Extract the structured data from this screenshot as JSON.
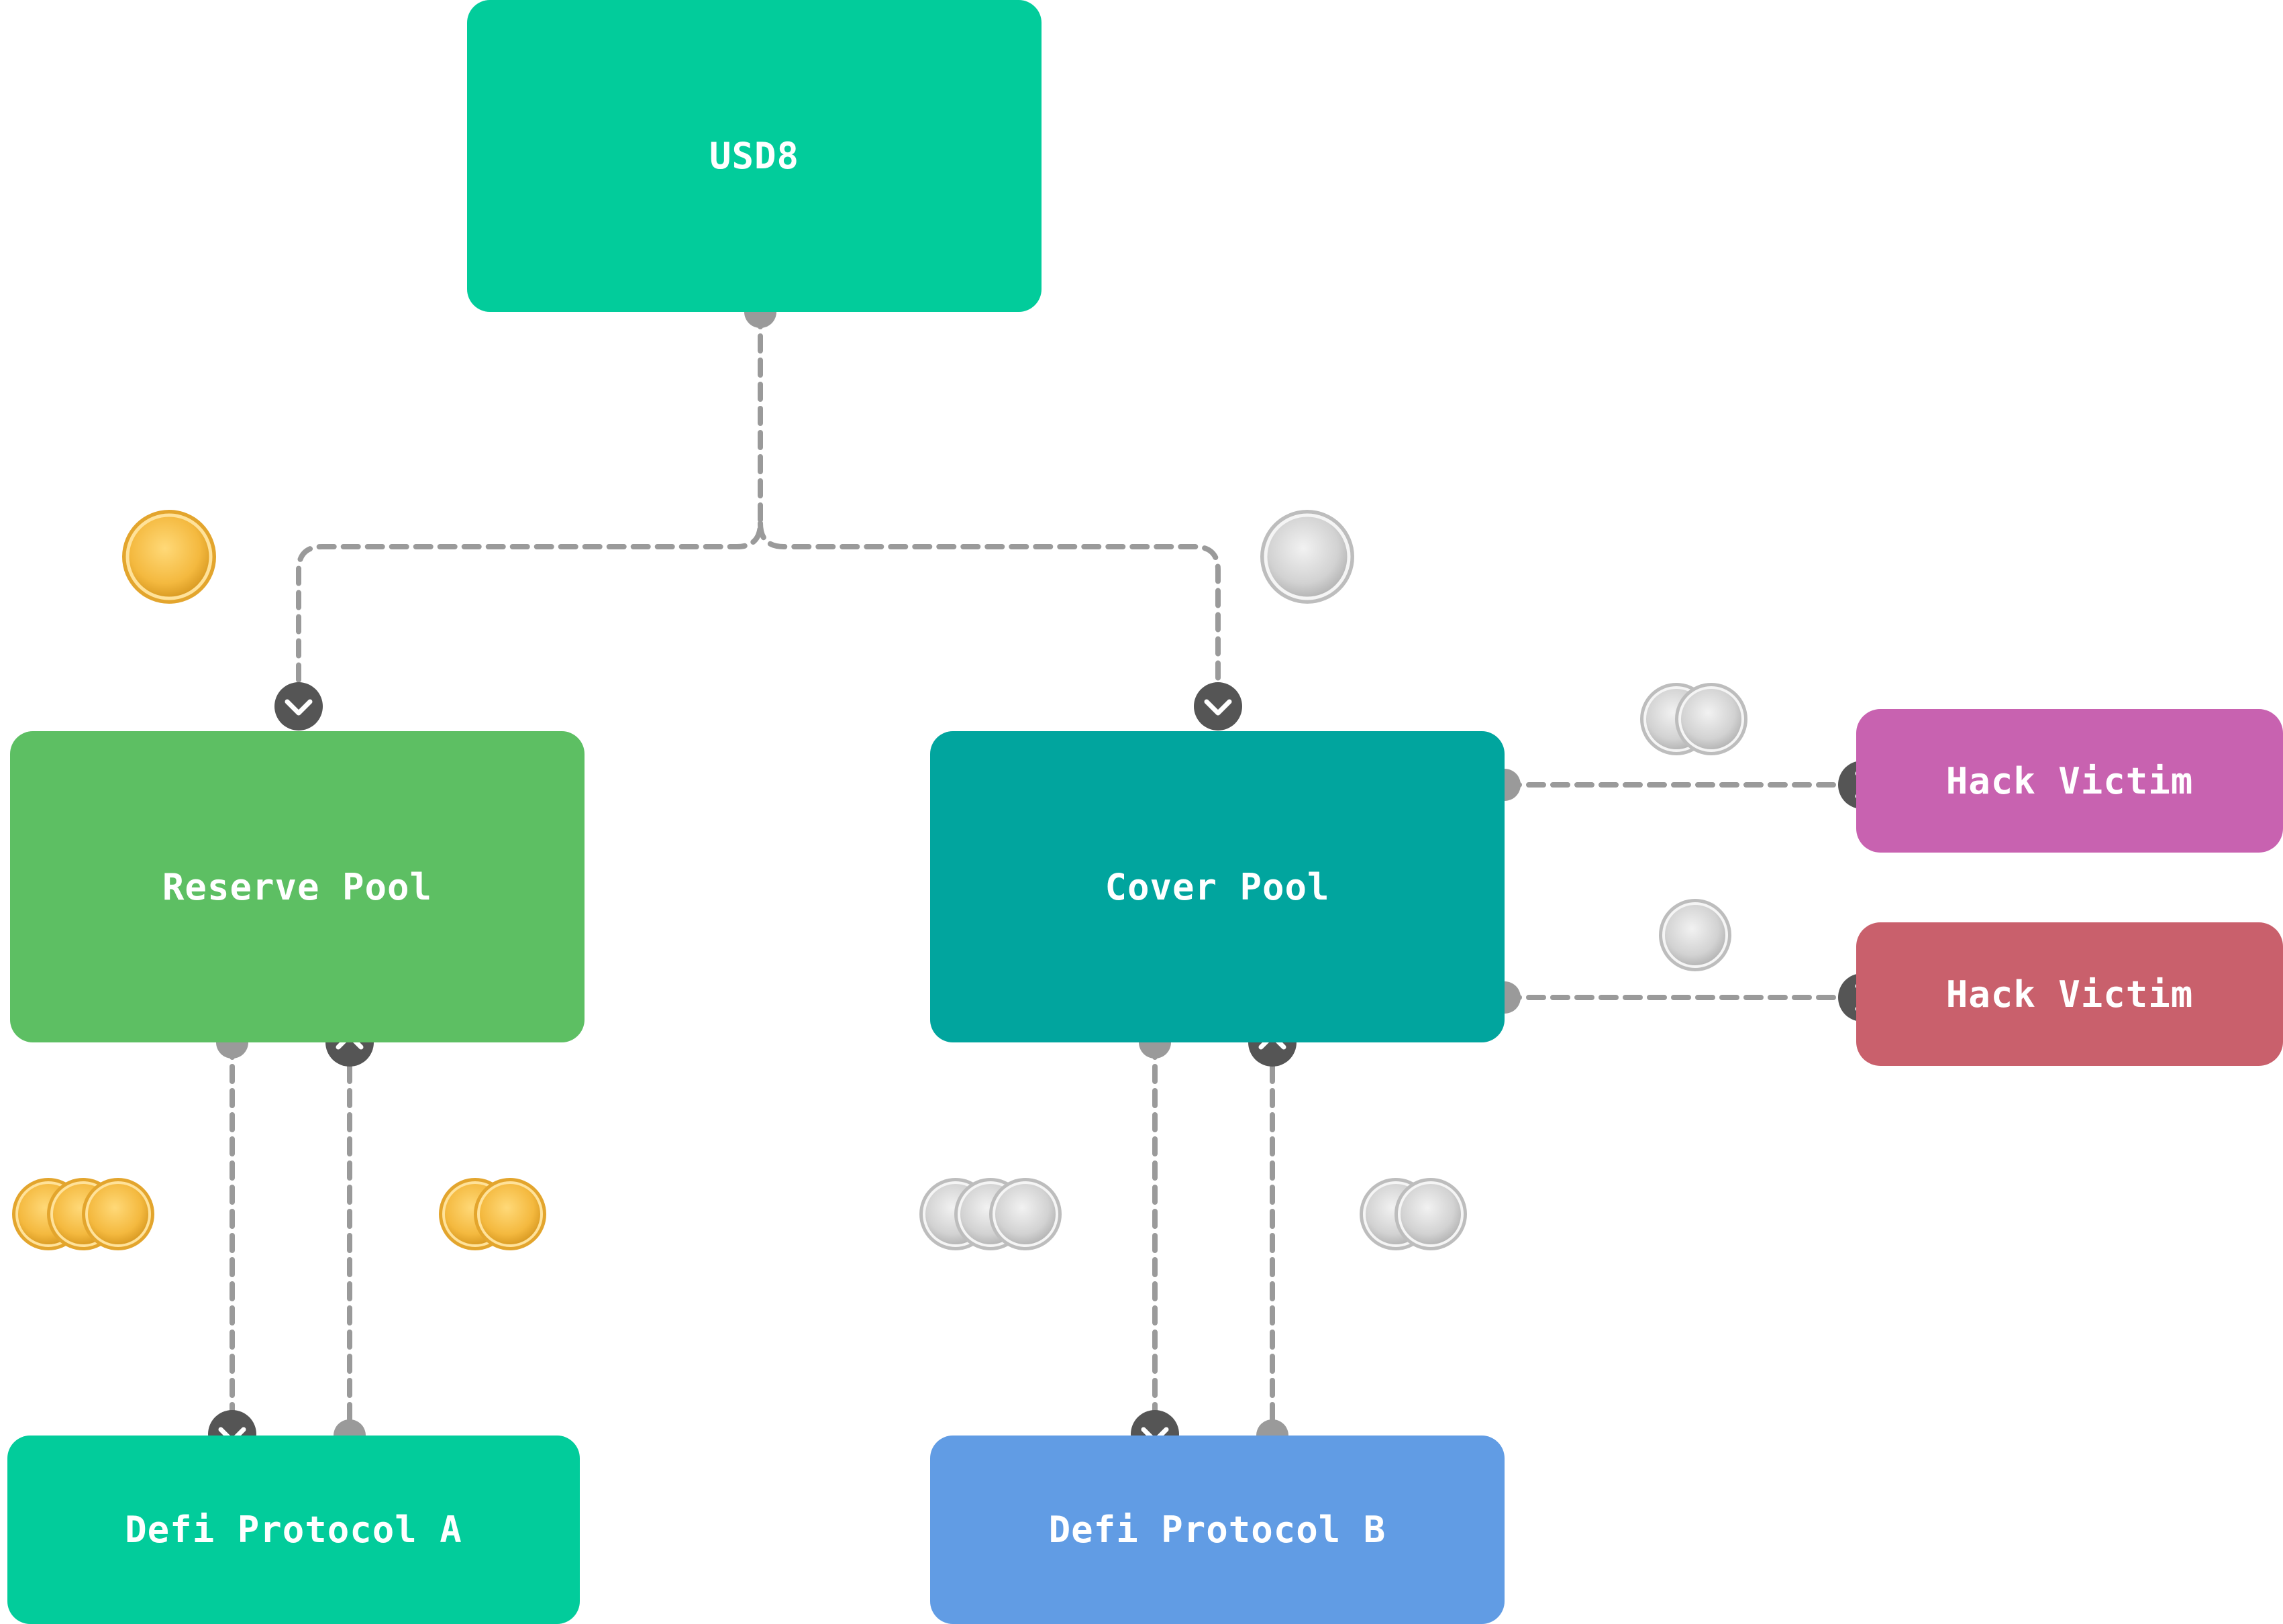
{
  "colors": {
    "usd8": "#02CC9B",
    "reserve_pool": "#5DBF63",
    "cover_pool": "#01A59E",
    "hack_victim_1": "#C862B0",
    "hack_victim_2": "#C9606C",
    "defi_a": "#02CC9B",
    "defi_b": "#619CE4",
    "connector": "#9A9A9A",
    "handle": "#555555",
    "gold_coin": "#F4B93F",
    "silver_coin": "#D2D2D2"
  },
  "nodes": {
    "usd8": {
      "label": "USD8"
    },
    "reserve_pool": {
      "label": "Reserve Pool"
    },
    "cover_pool": {
      "label": "Cover Pool"
    },
    "hack_victim_1": {
      "label": "Hack Victim"
    },
    "hack_victim_2": {
      "label": "Hack Victim"
    },
    "defi_a": {
      "label": "Defi Protocol A"
    },
    "defi_b": {
      "label": "Defi Protocol B"
    }
  },
  "coins": {
    "usd8_to_reserve": {
      "kind": "gold",
      "count": 1
    },
    "usd8_to_cover": {
      "kind": "silver",
      "count": 1
    },
    "reserve_to_defi_a": {
      "kind": "gold",
      "count": 3
    },
    "defi_a_to_reserve": {
      "kind": "gold",
      "count": 2
    },
    "cover_to_defi_b": {
      "kind": "silver",
      "count": 3
    },
    "defi_b_to_cover": {
      "kind": "silver",
      "count": 2
    },
    "cover_to_victim_1": {
      "kind": "silver",
      "count": 2
    },
    "cover_to_victim_2": {
      "kind": "silver",
      "count": 1
    }
  },
  "icons": {
    "arrow_down": "chevron-down-icon",
    "arrow_up": "chevron-up-icon",
    "arrow_right": "chevron-right-icon"
  }
}
